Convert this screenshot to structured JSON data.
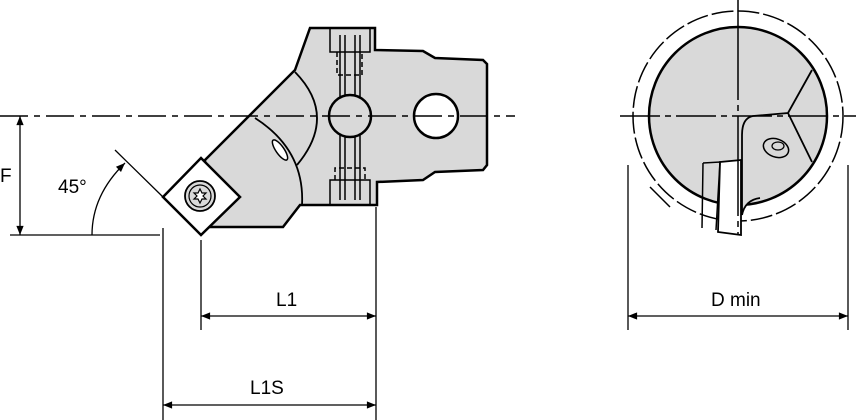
{
  "dimensions": {
    "f_label": "F",
    "angle_label": "45°",
    "l1_label": "L1",
    "l1s_label": "L1S",
    "dmin_label": "D min"
  },
  "colors": {
    "body_fill": "#d9d9d9",
    "line": "#000000",
    "background": "#ffffff"
  }
}
